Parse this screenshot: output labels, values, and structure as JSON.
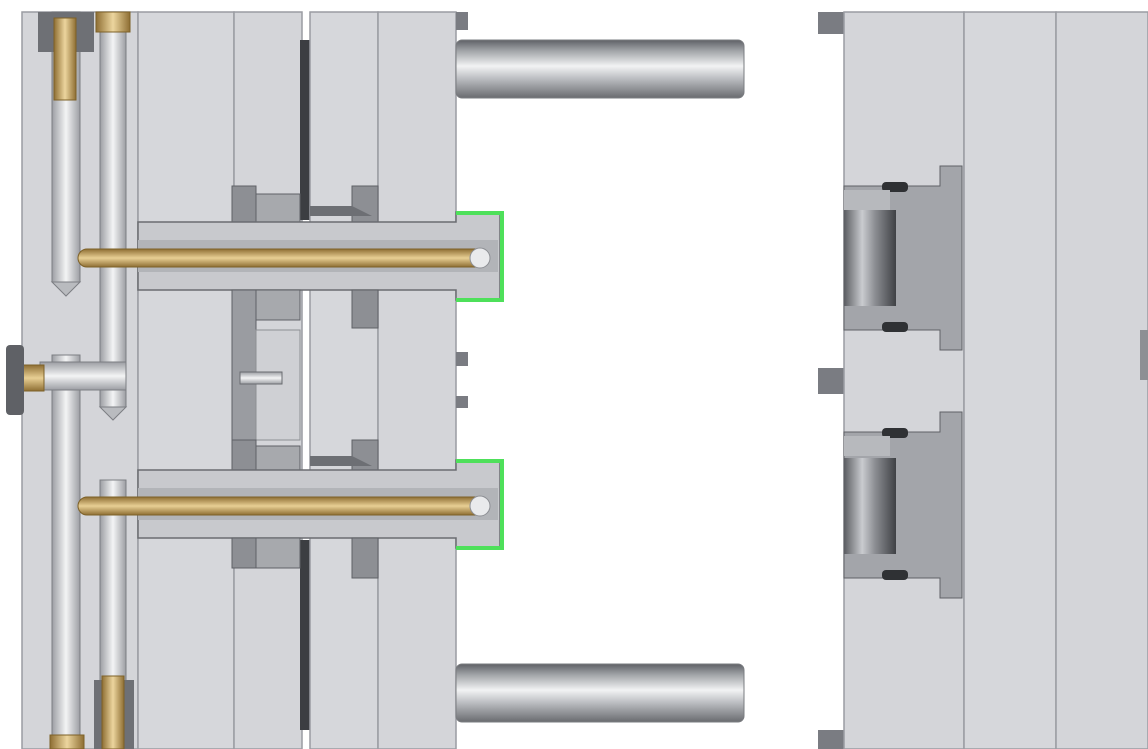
{
  "diagram": {
    "kind": "injection-mold-section-view",
    "open_state": "mold-open",
    "cavities_left_core_side": 2,
    "cavities_right_cavity_side": 2,
    "guide_pins": 2,
    "colors": {
      "background": "#ffffff",
      "plate": "#d4d5d9",
      "plate_edge": "#9a9ca2",
      "dark_cut": "#5e6066",
      "channel_steel": "#c9cbd0",
      "brass": "#c7a568",
      "part_outline": "#4ee05a",
      "guide_pin": "#b8babd"
    }
  }
}
